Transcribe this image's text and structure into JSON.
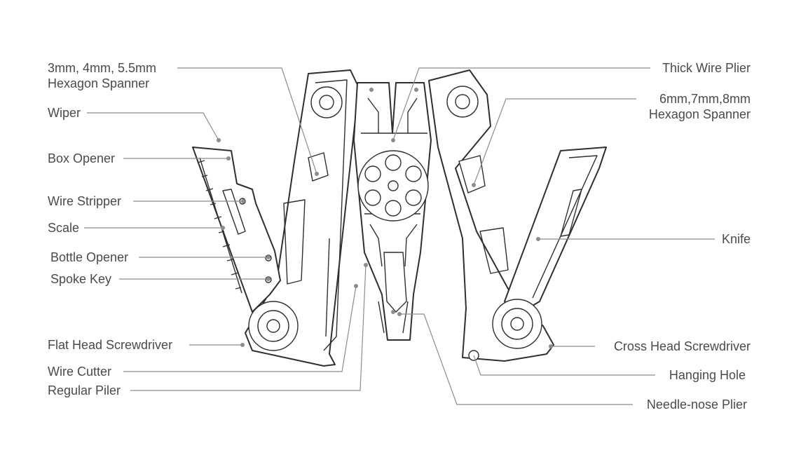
{
  "labels": {
    "hex_spanner_small_line1": "3mm, 4mm, 5.5mm",
    "hex_spanner_small_line2": "Hexagon Spanner",
    "wiper": "Wiper",
    "box_opener": "Box Opener",
    "wire_stripper": "Wire Stripper",
    "scale": "Scale",
    "bottle_opener": "Bottle Opener",
    "spoke_key": "Spoke Key",
    "flat_head_screwdriver": "Flat Head Screwdriver",
    "wire_cutter": "Wire Cutter",
    "regular_plier": "Regular Piler",
    "thick_wire_plier": "Thick Wire Plier",
    "hex_spanner_large_line1": "6mm,7mm,8mm",
    "hex_spanner_large_line2": "Hexagon Spanner",
    "knife": "Knife",
    "cross_head_screwdriver": "Cross Head Screwdriver",
    "hanging_hole": "Hanging Hole",
    "needle_nose_plier": "Needle-nose Plier"
  },
  "colors": {
    "label_text": "#4a4a4a",
    "leader_line": "#8c8c8c",
    "tool_outline": "#2f2f2f",
    "background": "#ffffff"
  }
}
